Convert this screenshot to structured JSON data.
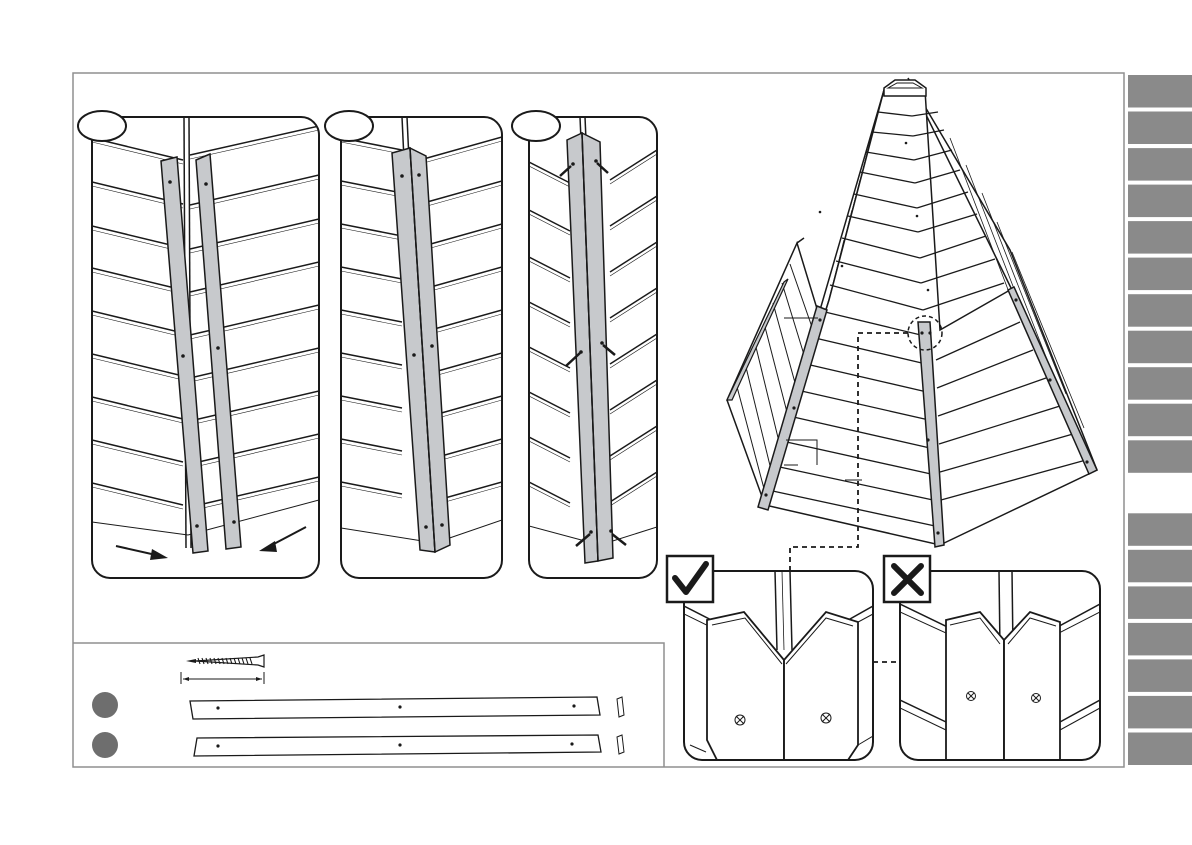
{
  "colors": {
    "frame": "#8f8f8f",
    "ink": "#1a1a1a",
    "trim_fill": "#c7c9cc",
    "tab_dark": "#8a8a8a",
    "tab_light": "#ffffff",
    "step_badge": "#ffffff",
    "part_badge": "#6e6e6e"
  },
  "icons": {
    "correct": "check-icon",
    "wrong": "cross-icon",
    "screw": "screw-icon"
  },
  "side_tabs": {
    "count": 19,
    "active_index": 11
  },
  "panels": [
    {
      "id": "step-1",
      "badge": ""
    },
    {
      "id": "step-2",
      "badge": ""
    },
    {
      "id": "step-3",
      "badge": ""
    }
  ],
  "parts": [
    {
      "id": "part-a",
      "badge": ""
    },
    {
      "id": "part-b",
      "badge": ""
    }
  ]
}
